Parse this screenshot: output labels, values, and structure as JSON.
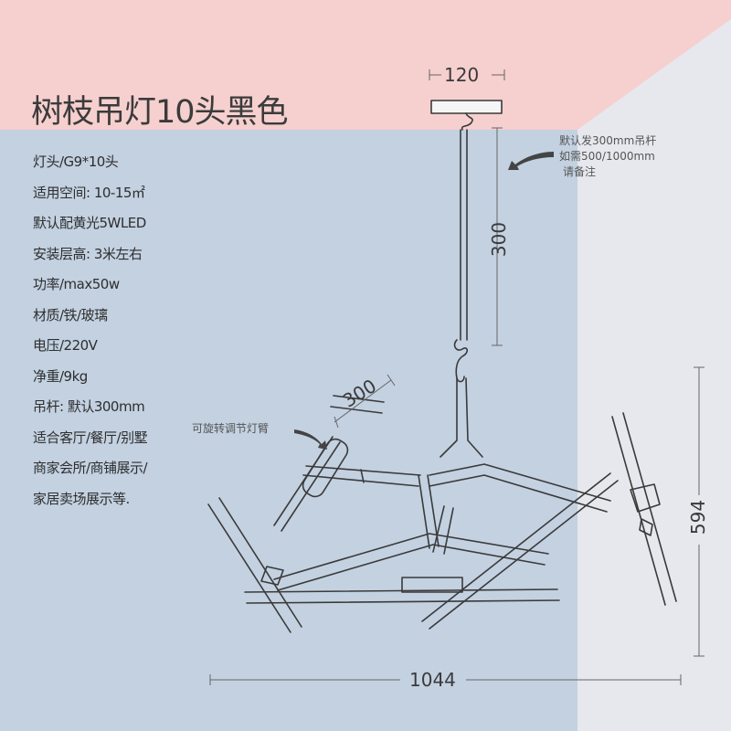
{
  "title": "树枝吊灯10头黑色",
  "specs": [
    "灯头/G9*10头",
    "适用空间: 10-15㎡",
    "默认配黄光5WLED",
    "安装层高: 3米左右",
    "功率/max50w",
    "材质/铁/玻璃",
    "电压/220V",
    "净重/9kg",
    "吊杆: 默认300mm",
    "适合客厅/餐厅/别墅",
    "商家会所/商铺展示/",
    "家居卖场展示等."
  ],
  "notes": {
    "rod": [
      "默认发300mm吊杆",
      "如需500/1000mm",
      "请备注"
    ],
    "arm": "可旋转调节灯臂"
  },
  "dimensions": {
    "canopy_width": "120",
    "rod_length": "300",
    "arm_length": "300",
    "height": "594",
    "width": "1044"
  },
  "colors": {
    "pink": "#f6cfcf",
    "blue": "#c3d1e1",
    "gray": "#e6e8ee",
    "line": "#3a3a3a"
  }
}
